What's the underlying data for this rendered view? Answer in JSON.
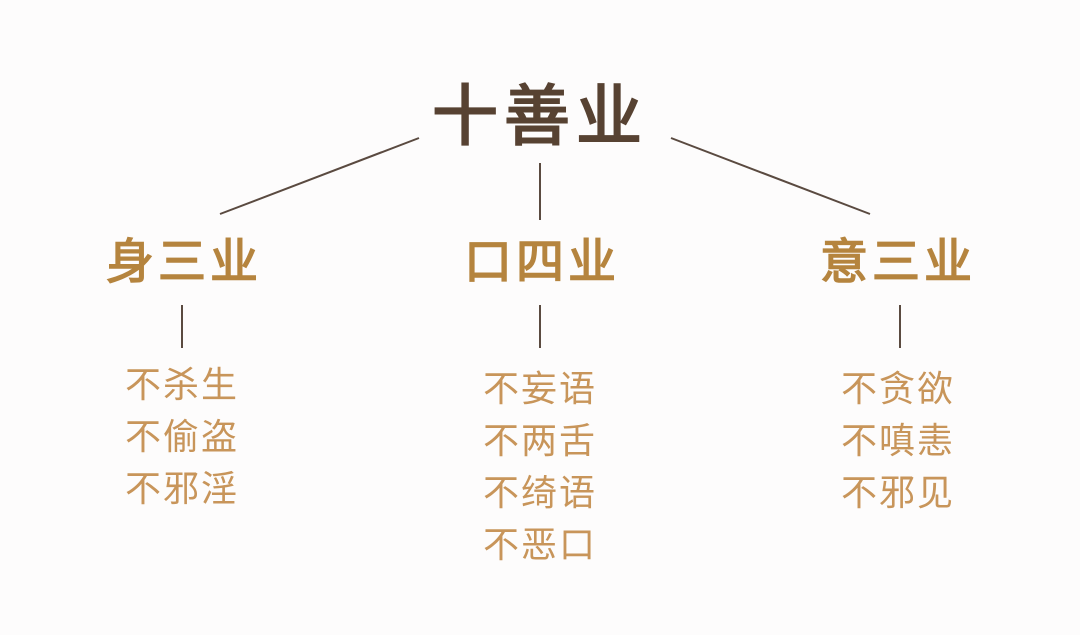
{
  "title": "十善业",
  "colors": {
    "title": "#574232",
    "branch": "#b5843e",
    "item": "#c8955a",
    "line": "#5a4a40",
    "background": "#fdfcfc"
  },
  "branches": [
    {
      "label": "身三业",
      "items": [
        "不杀生",
        "不偷盗",
        "不邪淫"
      ]
    },
    {
      "label": "口四业",
      "items": [
        "不妄语",
        "不两舌",
        "不绮语",
        "不恶口"
      ]
    },
    {
      "label": "意三业",
      "items": [
        "不贪欲",
        "不嗔恚",
        "不邪见"
      ]
    }
  ]
}
